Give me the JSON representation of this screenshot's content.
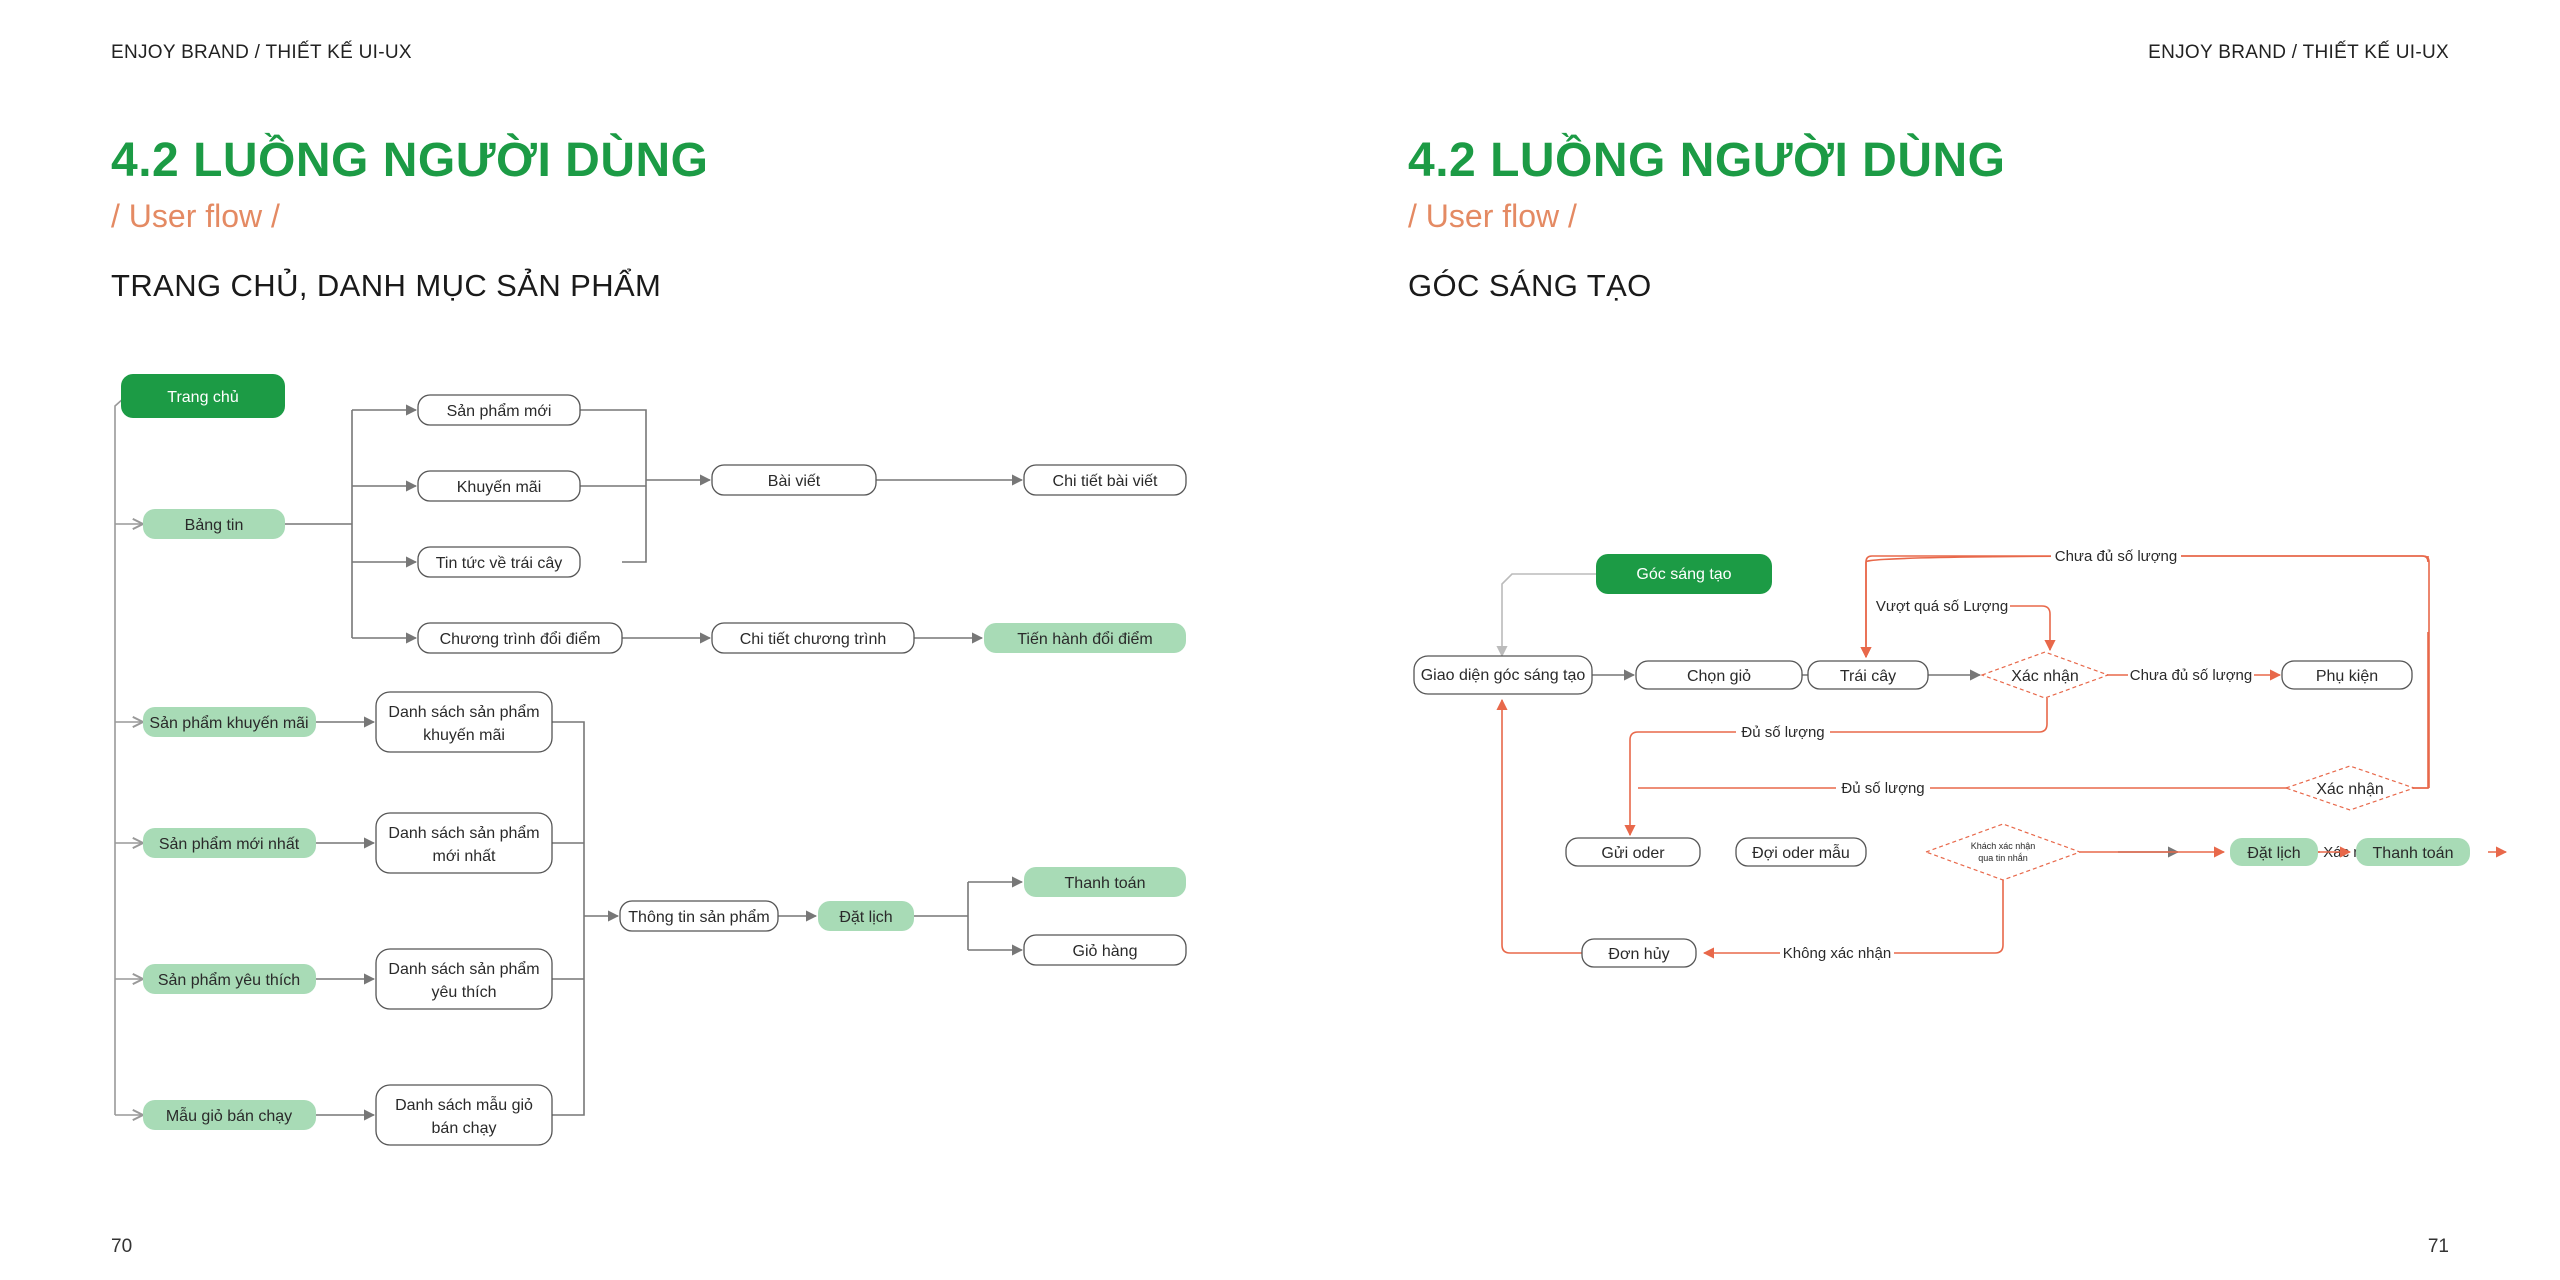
{
  "left_page": {
    "brand": "ENJOY BRAND / THIẾT KẾ UI-UX",
    "heading": "4.2 LUỒNG NGƯỜI DÙNG",
    "subheading": "/ User flow /",
    "section_title": "TRANG CHỦ, DANH MỤC SẢN PHẨM",
    "page_number": "70",
    "nodes": {
      "trang_chu": "Trang chủ",
      "bang_tin": "Bảng tin",
      "san_pham_moi": "Sản phẩm  mới",
      "khuyen_mai": "Khuyến mãi",
      "tin_tuc": "Tin tức về trái cây",
      "chuong_trinh": "Chương trình đổi điểm",
      "bai_viet": "Bài viết",
      "chi_tiet_bai_viet": "Chi tiết bài viết",
      "chi_tiet_chuong_trinh": "Chi tiết chương trình",
      "tien_hanh": "Tiến hành đổi điểm",
      "sp_khuyen_mai": "Sản phẩm khuyến mãi",
      "ds_khuyen_mai_1": "Danh sách sản phẩm",
      "ds_khuyen_mai_2": "khuyến mãi",
      "sp_moi_nhat": "Sản phẩm mới nhất",
      "ds_moi_nhat_1": "Danh sách sản phẩm",
      "ds_moi_nhat_2": "mới nhất",
      "sp_yeu_thich": "Sản phẩm yêu thích",
      "ds_yeu_thich_1": "Danh sách sản phẩm",
      "ds_yeu_thich_2": "yêu thích",
      "mau_gio": "Mẫu giỏ bán chạy",
      "ds_mau_gio_1": "Danh sách mẫu giỏ",
      "ds_mau_gio_2": "bán chạy",
      "thong_tin": "Thông tin sản phẩm",
      "dat_lich": "Đặt lịch",
      "thanh_toan": "Thanh toán",
      "gio_hang": "Giỏ hàng"
    }
  },
  "right_page": {
    "brand": "ENJOY BRAND / THIẾT KẾ UI-UX",
    "heading": "4.2 LUỒNG NGƯỜI DÙNG",
    "subheading": "/ User flow /",
    "section_title": "GÓC SÁNG TẠO",
    "page_number": "71",
    "nodes": {
      "goc_sang_tao": "Góc sáng tạo",
      "giao_dien": "Giao diện góc sáng tạo",
      "chon_gio": "Chọn giỏ",
      "trai_cay": "Trái cây",
      "xac_nhan_1": "Xác nhận",
      "phu_kien": "Phụ kiện",
      "xac_nhan_2": "Xác nhận",
      "gui_oder": "Gửi oder",
      "doi_oder": "Đợi oder mẫu",
      "khach_xac_nhan_1": "Khách xác nhận",
      "khach_xac_nhan_2": "qua tin nhắn",
      "dat_lich": "Đặt lịch",
      "thanh_toan": "Thanh toán",
      "don_huy": "Đơn hủy"
    },
    "edge_labels": {
      "chua_du_top": "Chưa đủ số lượng",
      "vuot_qua": "Vượt quá số Lượng",
      "chua_du_right": "Chưa đủ số lượng",
      "du_1": "Đủ số lượng",
      "du_2": "Đủ số lượng",
      "xac_nhan": "Xác nhận",
      "khong_xac_nhan": "Không xác nhận"
    }
  },
  "colors": {
    "green_primary": "#1c9b45",
    "green_light": "#a8dbb6",
    "orange_accent": "#e48a63",
    "flow_orange": "#e8684a",
    "flow_gray": "#777777"
  }
}
